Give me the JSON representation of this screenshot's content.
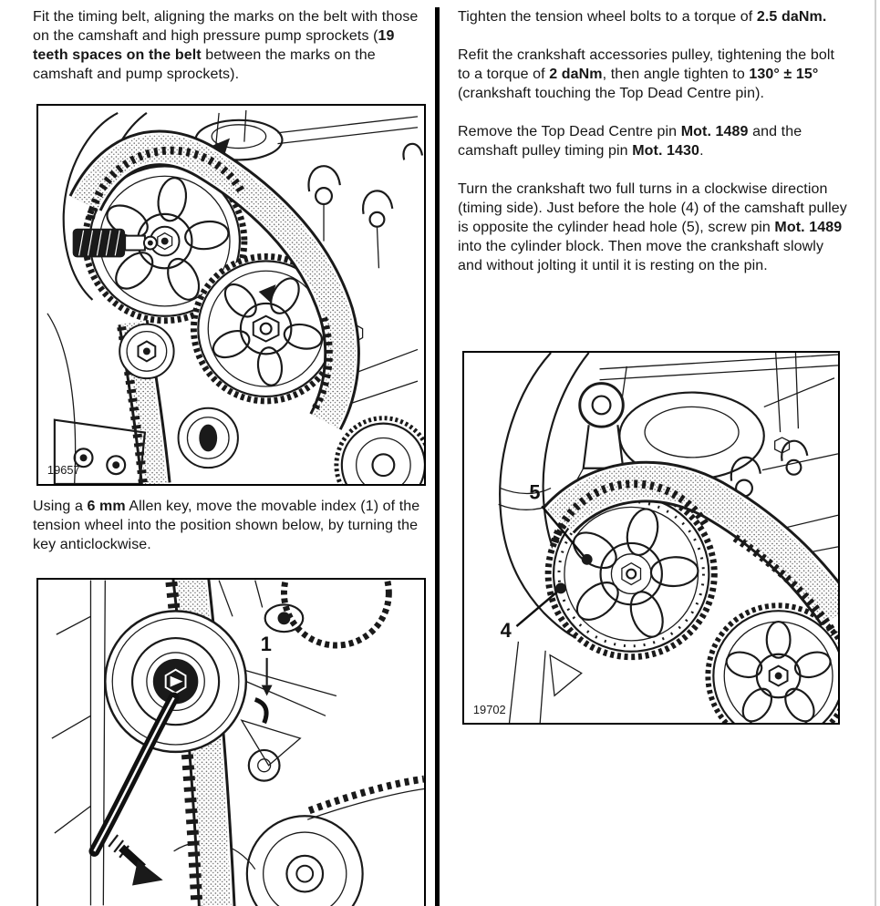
{
  "colors": {
    "paper": "#ffffff",
    "ink": "#161616",
    "figure_border": "#000000"
  },
  "left_column": {
    "para_fit_belt": [
      {
        "t": "Fit the timing belt, aligning the marks on the belt with those on the camshaft and high pressure pump sprockets ("
      },
      {
        "t": "19 teeth spaces on the belt",
        "b": true
      },
      {
        "t": " between the marks on the camshaft and pump sprockets)."
      }
    ],
    "figure_top": {
      "number": "19657"
    },
    "para_allen_key": [
      {
        "t": "Using a "
      },
      {
        "t": "6 mm",
        "b": true
      },
      {
        "t": " Allen key, move the movable index (1) of the tension wheel into the position shown below, by turning the key anticlockwise."
      }
    ],
    "figure_bottom": {
      "callout_1": "1"
    }
  },
  "right_column": {
    "para_tighten": [
      {
        "t": "Tighten the tension wheel bolts to a torque of "
      },
      {
        "t": "2.5 daNm.",
        "b": true
      }
    ],
    "para_refit": [
      {
        "t": "Refit the crankshaft accessories pulley, tightening the bolt to a torque of "
      },
      {
        "t": "2 daNm",
        "b": true
      },
      {
        "t": ", then angle tighten to "
      },
      {
        "t": "130° ± 15°",
        "b": true
      },
      {
        "t": " (crankshaft touching the Top Dead Centre pin)."
      }
    ],
    "para_remove": [
      {
        "t": "Remove the Top Dead Centre pin "
      },
      {
        "t": "Mot. 1489",
        "b": true
      },
      {
        "t": " and the camshaft pulley timing pin "
      },
      {
        "t": "Mot. 1430",
        "b": true
      },
      {
        "t": "."
      }
    ],
    "para_turn": [
      {
        "t": "Turn the crankshaft two full turns in a clockwise direction (timing side). Just before the hole (4) of the camshaft pulley is opposite the cylinder head hole (5), screw pin "
      },
      {
        "t": "Mot. 1489",
        "b": true
      },
      {
        "t": " into the cylinder block. Then move the crankshaft slowly and without jolting it until it is resting on the pin."
      }
    ],
    "figure": {
      "number": "19702",
      "callout_4": "4",
      "callout_5": "5"
    }
  }
}
